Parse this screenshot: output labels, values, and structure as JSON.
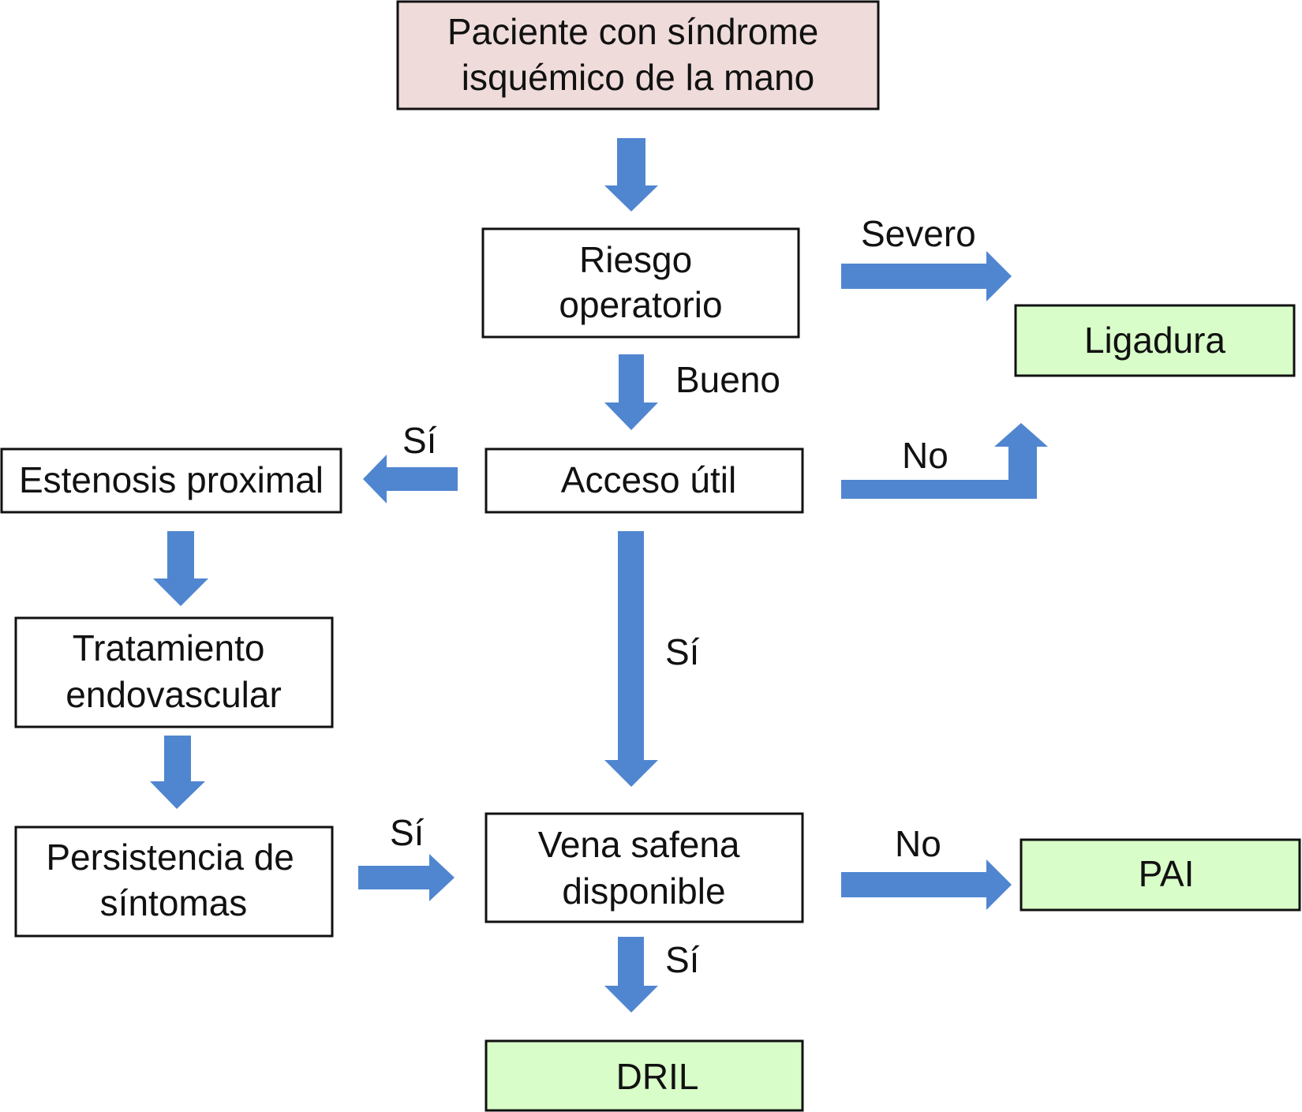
{
  "colors": {
    "arrow": "#5086D0",
    "start_fill": "#EEDBDA",
    "outcome_fill": "#D8FDC9",
    "process_fill": "#FFFFFF",
    "border": "#111111"
  },
  "nodes": {
    "patient": {
      "lines": [
        "Paciente con síndrome",
        "isquémico de la mano"
      ]
    },
    "risk": {
      "lines": [
        "Riesgo",
        "operatorio"
      ]
    },
    "ligadura": {
      "lines": [
        "Ligadura"
      ]
    },
    "access": {
      "lines": [
        "Acceso útil"
      ]
    },
    "stenosis": {
      "lines": [
        "Estenosis proximal"
      ]
    },
    "endovascular": {
      "lines": [
        "Tratamiento",
        "endovascular"
      ]
    },
    "persistence": {
      "lines": [
        "Persistencia de",
        "síntomas"
      ]
    },
    "saphenous": {
      "lines": [
        "Vena safena",
        "disponible"
      ]
    },
    "pai": {
      "lines": [
        "PAI"
      ]
    },
    "dril": {
      "lines": [
        "DRIL"
      ]
    }
  },
  "edge_labels": {
    "severe": "Severo",
    "good": "Bueno",
    "access_yes_left": "Sí",
    "access_no": "No",
    "access_yes_down": "Sí",
    "persistence_yes": "Sí",
    "saphenous_no": "No",
    "saphenous_yes": "Sí"
  }
}
